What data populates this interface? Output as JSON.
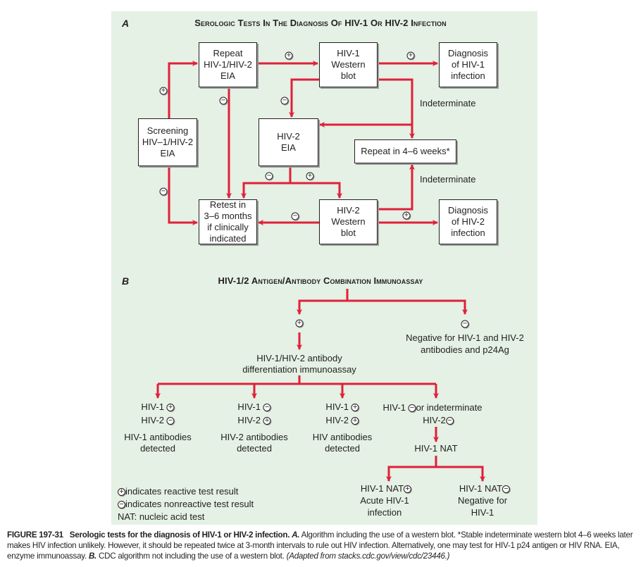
{
  "colors": {
    "panel_bg": "#e4f1e4",
    "arrow": "#e0203a",
    "box_border": "#231f20"
  },
  "signs": {
    "plus": "+",
    "minus": "−"
  },
  "panel_a": {
    "letter": "A",
    "title": "Serologic Tests In The Diagnosis Of HIV-1 Or HIV-2 Infection",
    "boxes": {
      "repeat_eia": "Repeat\nHIV-1/HIV-2\nEIA",
      "hiv1_wb": "HIV-1\nWestern\nblot",
      "diag_hiv1": "Diagnosis\nof HIV-1\ninfection",
      "screening": "Screening\nHIV–1/HIV-2\nEIA",
      "hiv2_eia": "HIV-2\nEIA",
      "repeat_weeks": "Repeat in 4–6 weeks*",
      "retest": "Retest in\n3–6 months\nif clinically\nindicated",
      "hiv2_wb": "HIV-2\nWestern\nblot",
      "diag_hiv2": "Diagnosis\nof HIV-2\ninfection"
    },
    "indeterminate_1": "Indeterminate",
    "indeterminate_2": "Indeterminate"
  },
  "panel_b": {
    "letter": "B",
    "title": "HIV-1/2 Antigen/Antibody Combination Immunoassay",
    "negative_line1": "Negative for HIV-1 and HIV-2",
    "negative_line2": "antibodies and p24Ag",
    "diff_line1": "HIV-1/HIV-2 antibody",
    "diff_line2": "differentiation immunoassay",
    "outcomes": [
      {
        "hiv1": "HIV-1",
        "hiv2": "HIV-2",
        "result1": "HIV-1 antibodies",
        "result2": "detected"
      },
      {
        "hiv1": "HIV-1",
        "hiv2": "HIV-2",
        "result1": "HIV-2 antibodies",
        "result2": "detected"
      },
      {
        "hiv1": "HIV-1",
        "hiv2": "HIV-2",
        "result1": "HIV antibodies",
        "result2": "detected"
      },
      {
        "hiv1": "HIV-1",
        "hiv1_suffix": "or indeterminate",
        "hiv2": "HIV-2",
        "result1": "HIV-1 NAT"
      }
    ],
    "nat_pos": {
      "label": "HIV-1 NAT",
      "line2": "Acute HIV-1",
      "line3": "infection"
    },
    "nat_neg": {
      "label": "HIV-1 NAT",
      "line2": "Negative for",
      "line3": "HIV-1"
    },
    "legend": {
      "reactive": "indicates reactive test result",
      "nonreactive": "indicates nonreactive test result",
      "nat": "NAT: nucleic acid test"
    }
  },
  "caption": {
    "figure": "FIGURE 197-31",
    "title": "Serologic tests for the diagnosis of HIV-1 or HIV-2 infection.",
    "a_label": "A.",
    "a_text": "Algorithm including the use of a western blot. *Stable indeterminate western blot 4–6 weeks later makes HIV infection unlikely. However, it should be repeated twice at 3-month intervals to rule out HIV infection. Alternatively, one may test for HIV-1 p24 antigen or HIV RNA. EIA, enzyme immunoassay.",
    "b_label": "B.",
    "b_text": "CDC algorithm not including the use of a western blot.",
    "source": "(Adapted from stacks.cdc.gov/view/cdc/23446.)"
  }
}
